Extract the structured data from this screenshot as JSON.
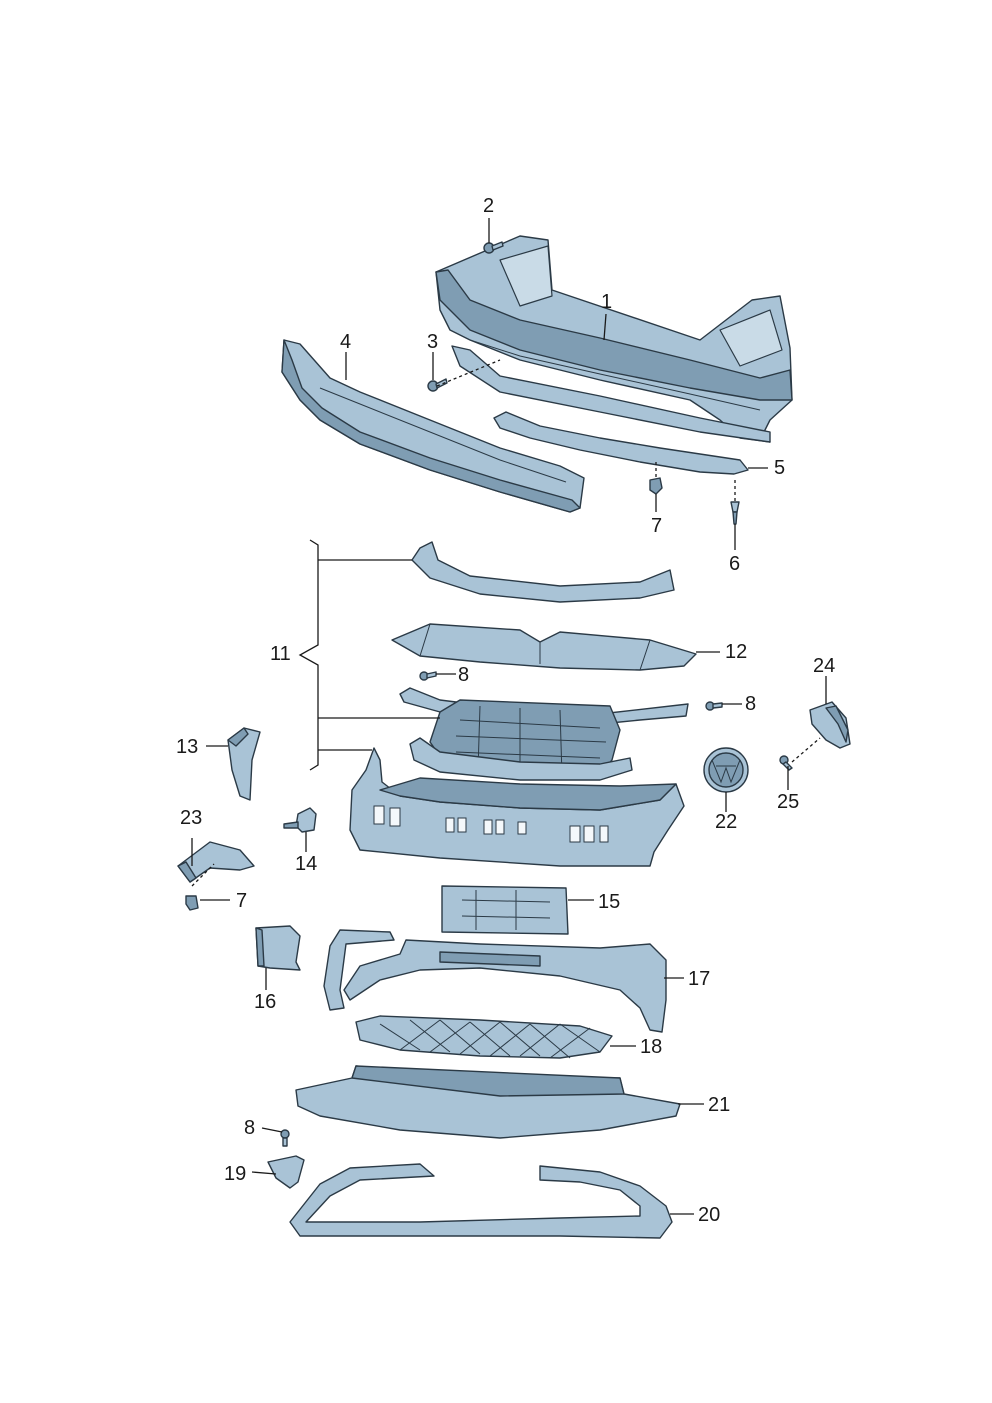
{
  "labels": {
    "l1": "1",
    "l2": "2",
    "l3": "3",
    "l4": "4",
    "l5": "5",
    "l6": "6",
    "l7a": "7",
    "l7b": "7",
    "l8a": "8",
    "l8b": "8",
    "l8c": "8",
    "l11": "11",
    "l12": "12",
    "l13": "13",
    "l14": "14",
    "l15": "15",
    "l16": "16",
    "l17": "17",
    "l18": "18",
    "l19": "19",
    "l20": "20",
    "l21": "21",
    "l22": "22",
    "l23": "23",
    "l24": "24",
    "l25": "25"
  },
  "colors": {
    "part_fill": "#a9c3d6",
    "part_dark": "#7f9db3",
    "outline": "#2b3a46"
  }
}
